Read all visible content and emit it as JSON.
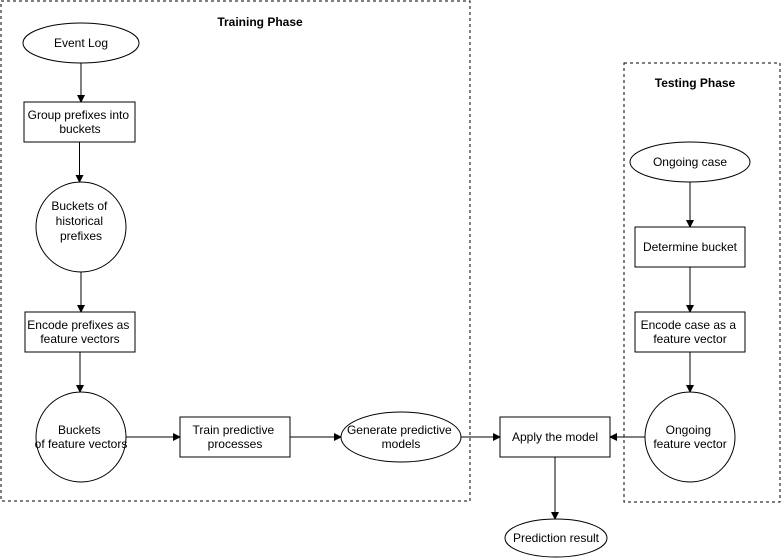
{
  "phases": {
    "training": "Training Phase",
    "testing": "Testing Phase"
  },
  "nodes": {
    "event_log": [
      "Event Log"
    ],
    "group_prefixes": [
      "Group prefixes into",
      "buckets"
    ],
    "buckets_historical": [
      "Buckets of",
      "historical",
      "prefixes"
    ],
    "encode_prefixes": [
      "Encode prefixes as",
      "feature vectors"
    ],
    "buckets_feature": [
      "Buckets",
      "of feature vectors"
    ],
    "train_predictive": [
      "Train predictive",
      "processes"
    ],
    "generate_models": [
      "Generate predictive",
      "models"
    ],
    "apply_model": [
      "Apply the model"
    ],
    "prediction_result": [
      "Prediction result"
    ],
    "ongoing_case": [
      "Ongoing case"
    ],
    "determine_bucket": [
      "Determine bucket"
    ],
    "encode_case": [
      "Encode case as a",
      "feature vector"
    ],
    "ongoing_feature": [
      "Ongoing",
      "feature vector"
    ]
  },
  "edges": [
    [
      "event_log",
      "group_prefixes"
    ],
    [
      "group_prefixes",
      "buckets_historical"
    ],
    [
      "buckets_historical",
      "encode_prefixes"
    ],
    [
      "encode_prefixes",
      "buckets_feature"
    ],
    [
      "buckets_feature",
      "train_predictive"
    ],
    [
      "train_predictive",
      "generate_models"
    ],
    [
      "generate_models",
      "apply_model"
    ],
    [
      "apply_model",
      "prediction_result"
    ],
    [
      "ongoing_case",
      "determine_bucket"
    ],
    [
      "determine_bucket",
      "encode_case"
    ],
    [
      "encode_case",
      "ongoing_feature"
    ],
    [
      "ongoing_feature",
      "apply_model"
    ]
  ]
}
